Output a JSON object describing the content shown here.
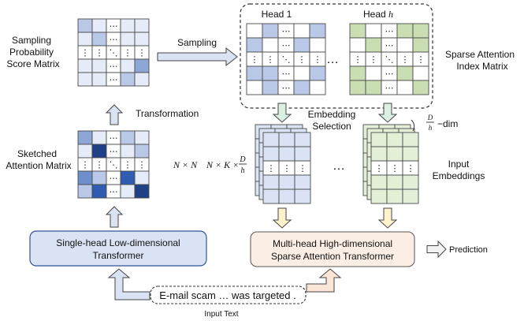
{
  "labels": {
    "sampling_prob_1": "Sampling",
    "sampling_prob_2": "Probability",
    "sampling_prob_3": "Score Matrix",
    "sampling": "Sampling",
    "transformation": "Transformation",
    "sketched_1": "Sketched",
    "sketched_2": "Attention Matrix",
    "n_times_n": "N × N",
    "nkdh_prefix": "N × K ×",
    "head_1": "Head 1",
    "head_h_prefix": "Head ",
    "head_h_var": "h",
    "sparse_idx_1": "Sparse Attention",
    "sparse_idx_2": "Index Matrix",
    "emb_sel_1": "Embedding",
    "emb_sel_2": "Selection",
    "frac_num": "D",
    "frac_den": "h",
    "dim_suffix": "−dim",
    "input_emb_1": "Input",
    "input_emb_2": "Embeddings",
    "single_head_1": "Single-head Low-dimensional",
    "single_head_2": "Transformer",
    "multi_head_1": "Multi-head High-dimensional",
    "multi_head_2": "Sparse Attention Transformer",
    "prediction": "Prediction",
    "input_sentence": "E-mail scam … was targeted .",
    "input_text": "Input Text",
    "hdots": "…"
  },
  "colors": {
    "grid_line": "#4a4a4a",
    "blue_light": "#e6ecf7",
    "blue_mid": "#b9c8e6",
    "blue_dark": "#2f5cb0",
    "blue_mid2": "#6f8fcc",
    "green_light": "#e4efd8",
    "green_mid": "#c9dfb3",
    "single_head_fill": "#dae3f3",
    "multi_head_fill": "#fbeee4",
    "arrow_blue": "#dae3f3",
    "arrow_green": "#d9f0e3",
    "arrow_yellow": "#fff2cc",
    "arrow_peach": "#fbe5d6",
    "arrow_gray": "#f2f2f2"
  },
  "matrices": {
    "sampling_probability": [
      [
        "#b9c8e6",
        "#e6ecf7",
        "#ffffff",
        "#e6ecf7",
        "#e6ecf7"
      ],
      [
        "#e6ecf7",
        "#b9c8e6",
        "#ffffff",
        "#e6ecf7",
        "#e6ecf7"
      ],
      [
        "#ffffff",
        "#ffffff",
        "#ffffff",
        "#ffffff",
        "#ffffff"
      ],
      [
        "#e6ecf7",
        "#e6ecf7",
        "#ffffff",
        "#e6ecf7",
        "#8ea6d6"
      ],
      [
        "#e6ecf7",
        "#e6ecf7",
        "#ffffff",
        "#b9c8e6",
        "#e6ecf7"
      ]
    ],
    "sketched_attention": [
      [
        "#8ea6d6",
        "#e6ecf7",
        "#ffffff",
        "#b9c8e6",
        "#e6ecf7"
      ],
      [
        "#e6ecf7",
        "#1f3f86",
        "#ffffff",
        "#e6ecf7",
        "#b9c8e6"
      ],
      [
        "#ffffff",
        "#ffffff",
        "#ffffff",
        "#ffffff",
        "#ffffff"
      ],
      [
        "#6f8fcc",
        "#b9c8e6",
        "#ffffff",
        "#2f5cb0",
        "#e6ecf7"
      ],
      [
        "#b9c8e6",
        "#2f5cb0",
        "#ffffff",
        "#e6ecf7",
        "#1f3f86"
      ]
    ],
    "head_1": [
      [
        "#ffffff",
        "#b9c8e6",
        "#ffffff",
        "#ffffff",
        "#b9c8e6"
      ],
      [
        "#b9c8e6",
        "#ffffff",
        "#ffffff",
        "#b9c8e6",
        "#ffffff"
      ],
      [
        "#ffffff",
        "#ffffff",
        "#ffffff",
        "#ffffff",
        "#ffffff"
      ],
      [
        "#b9c8e6",
        "#b9c8e6",
        "#ffffff",
        "#ffffff",
        "#b9c8e6"
      ],
      [
        "#ffffff",
        "#b9c8e6",
        "#ffffff",
        "#b9c8e6",
        "#ffffff"
      ]
    ],
    "head_h": [
      [
        "#c9dfb3",
        "#ffffff",
        "#ffffff",
        "#c9dfb3",
        "#c9dfb3"
      ],
      [
        "#ffffff",
        "#c9dfb3",
        "#ffffff",
        "#ffffff",
        "#c9dfb3"
      ],
      [
        "#ffffff",
        "#ffffff",
        "#ffffff",
        "#ffffff",
        "#ffffff"
      ],
      [
        "#c9dfb3",
        "#ffffff",
        "#ffffff",
        "#c9dfb3",
        "#ffffff"
      ],
      [
        "#c9dfb3",
        "#c9dfb3",
        "#ffffff",
        "#ffffff",
        "#c9dfb3"
      ]
    ]
  }
}
